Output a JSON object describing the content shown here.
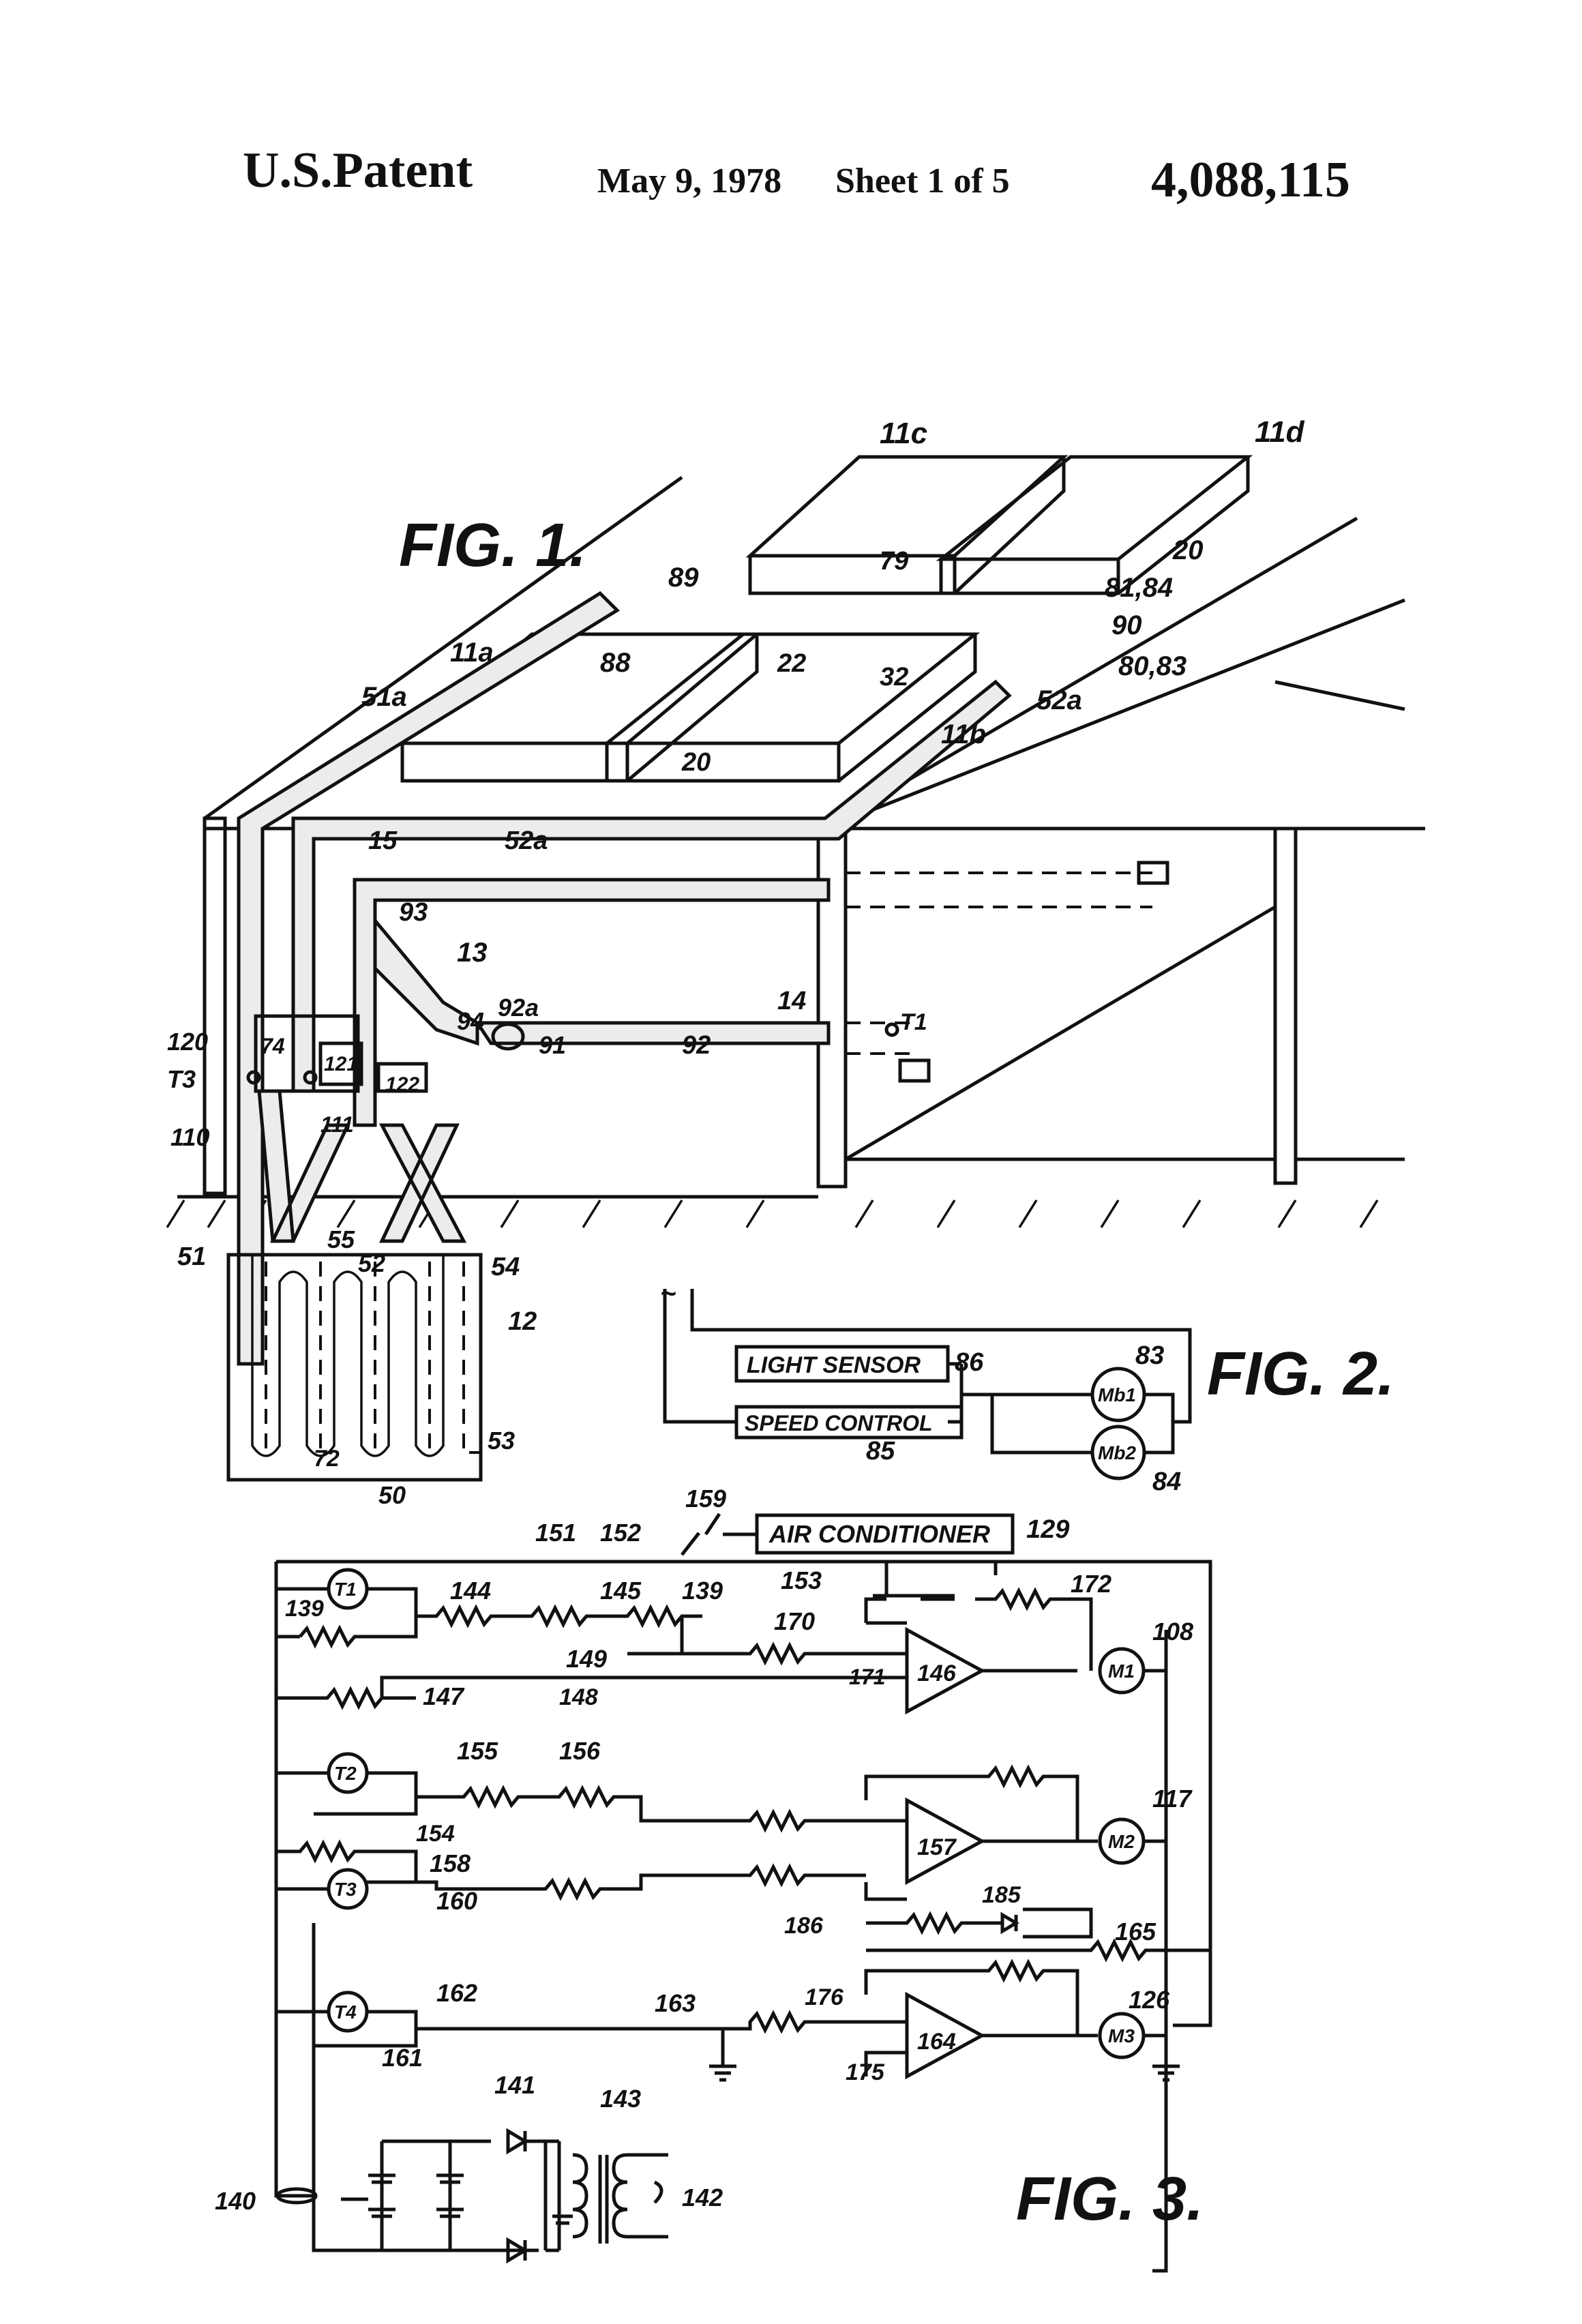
{
  "header": {
    "left": "U.S.Patent",
    "date": "May 9, 1978",
    "sheet": "Sheet 1 of 5",
    "number": "4,088,115"
  },
  "figures": {
    "fig1": "FIG. 1.",
    "fig2": "FIG. 2.",
    "fig3": "FIG. 3."
  },
  "fig1_labels": {
    "l11c": "11c",
    "l11d": "11d",
    "l20a": "20",
    "l79": "79",
    "l81": "81,84",
    "l89": "89",
    "l11a": "11a",
    "l51a": "51a",
    "l88": "88",
    "l22": "22",
    "l32": "32",
    "l90": "90",
    "l80": "80,83",
    "l52a1": "52a",
    "l11b": "11b",
    "l20b": "20",
    "l15": "15",
    "l52a2": "52a",
    "l93": "93",
    "l13": "13",
    "l14": "14",
    "l120": "120",
    "l74": "74",
    "l121": "121",
    "l122": "122",
    "l94": "94",
    "l92a": "92a",
    "l91": "91",
    "l92": "92",
    "lT1": "T1",
    "lT3": "T3",
    "l110": "110",
    "l111": "111",
    "l51": "51",
    "l55": "55",
    "l52": "52",
    "l54": "54",
    "l12": "12",
    "l72": "72",
    "l50": "50",
    "l53": "53"
  },
  "fig2": {
    "light_sensor": "LIGHT SENSOR",
    "speed_control": "SPEED CONTROL",
    "l86": "86",
    "l85": "85",
    "l83": "83",
    "l84": "84",
    "mb1": "Mb1",
    "mb2": "Mb2",
    "ac_symbol": "~"
  },
  "fig3": {
    "air_conditioner": "AIR CONDITIONER",
    "l129": "129",
    "l159": "159",
    "l151": "151",
    "l152": "152",
    "l153": "153",
    "l139a": "139",
    "l139b": "139",
    "l144": "144",
    "l145": "145",
    "l149": "149",
    "l170": "170",
    "l171": "171",
    "l172": "172",
    "l108": "108",
    "l146": "146",
    "l147": "147",
    "l148": "148",
    "l155": "155",
    "l156": "156",
    "l154": "154",
    "l158": "158",
    "l160": "160",
    "l157": "157",
    "l117": "117",
    "l185": "185",
    "l186": "186",
    "l165": "165",
    "l162": "162",
    "l163": "163",
    "l176": "176",
    "l164": "164",
    "l126": "126",
    "l175": "175",
    "l161": "161",
    "l141": "141",
    "l143": "143",
    "l140": "140",
    "l142": "142",
    "t1": "T1",
    "t2": "T2",
    "t3": "T3",
    "t4": "T4",
    "m1": "M1",
    "m2": "M2",
    "m3": "M3"
  }
}
